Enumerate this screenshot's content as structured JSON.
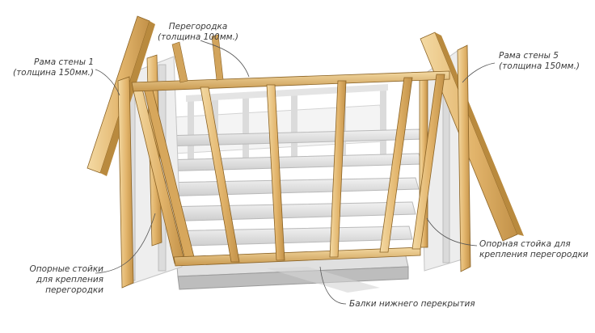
{
  "labels": {
    "partition": {
      "line1": "Перегородка",
      "line2": "(толщина 100мм.)"
    },
    "wall1_frame": {
      "line1": "Рама стены 1",
      "line2": "(толщина 150мм.)"
    },
    "wall5_frame": {
      "line1": "Рама стены 5",
      "line2": "(толщина 150мм.)"
    },
    "support_posts": {
      "line1": "Опорные стойки",
      "line2": "для крепления",
      "line3": "перегородки"
    },
    "support_post": {
      "line1": "Опорная стойка для",
      "line2": "крепления перегородки"
    },
    "floor_joists": {
      "line1": "Балки нижнего перекрытия"
    }
  },
  "colors": {
    "wood_light": "#f0d296",
    "wood_mid": "#ddb066",
    "wood_dark": "#b98a3e",
    "wood_edge": "#8a6224",
    "gray_light": "#e9e9e9",
    "gray_mid": "#cfcfcf",
    "gray_dark": "#a9a9a9",
    "leader": "#555555"
  }
}
